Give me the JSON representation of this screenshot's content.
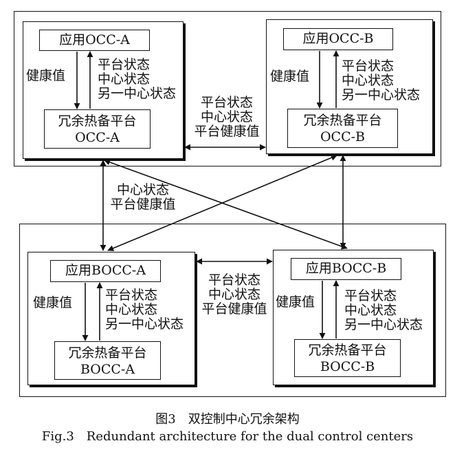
{
  "top_left": {
    "app": "应用OCC-A",
    "platform_line1": "冗余热备平台",
    "platform_line2": "OCC-A",
    "down_label": "健康值",
    "up_labels": [
      "平台状态",
      "中心状态",
      "另一中心状态"
    ]
  },
  "top_right": {
    "app": "应用OCC-B",
    "platform_line1": "冗余热备平台",
    "platform_line2": "OCC-B",
    "down_label": "健康值",
    "up_labels": [
      "平台状态",
      "中心状态",
      "另一中心状态"
    ]
  },
  "bottom_left": {
    "app": "应用BOCC-A",
    "platform_line1": "冗余热备平台",
    "platform_line2": "BOCC-A",
    "down_label": "健康值",
    "up_labels": [
      "平台状态",
      "中心状态",
      "另一中心状态"
    ]
  },
  "bottom_right": {
    "app": "应用BOCC-B",
    "platform_line1": "冗余热备平台",
    "platform_line2": "BOCC-B",
    "down_label": "健康值",
    "up_labels": [
      "平台状态",
      "中心状态",
      "另一中心状态"
    ]
  },
  "top_link_labels": [
    "平台状态",
    "中心状态",
    "平台健康值"
  ],
  "bottom_link_labels": [
    "平台状态",
    "中心状态",
    "平台健康值"
  ],
  "cross_labels": [
    "中心状态",
    "平台健康值"
  ],
  "caption": {
    "zh": "图3　双控制中心冗余架构",
    "en": "Fig.3　Redundant architecture for the dual control centers"
  }
}
